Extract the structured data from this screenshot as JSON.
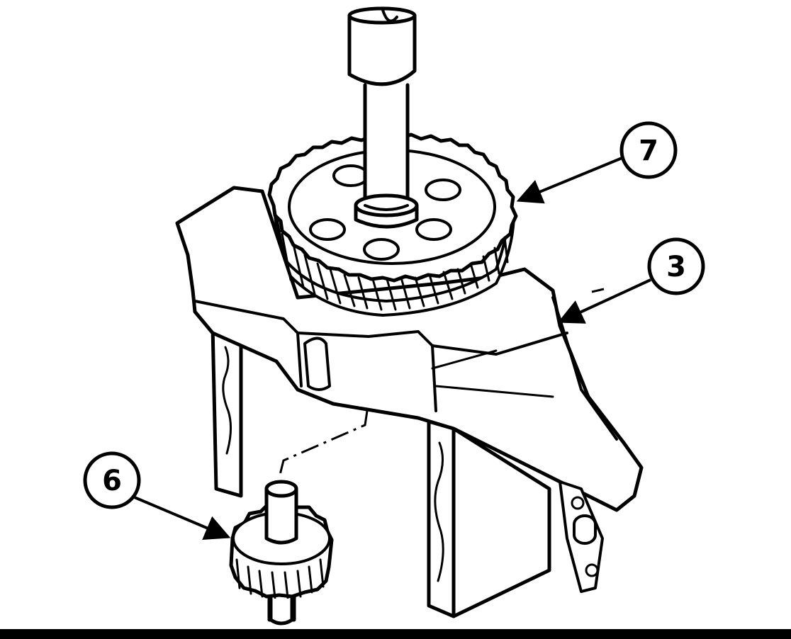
{
  "callouts": [
    {
      "id": "callout-7",
      "label": "7"
    },
    {
      "id": "callout-3",
      "label": "3"
    },
    {
      "id": "callout-6",
      "label": "6"
    }
  ],
  "colors": {
    "ink": "#000000",
    "paper": "#ffffff"
  }
}
